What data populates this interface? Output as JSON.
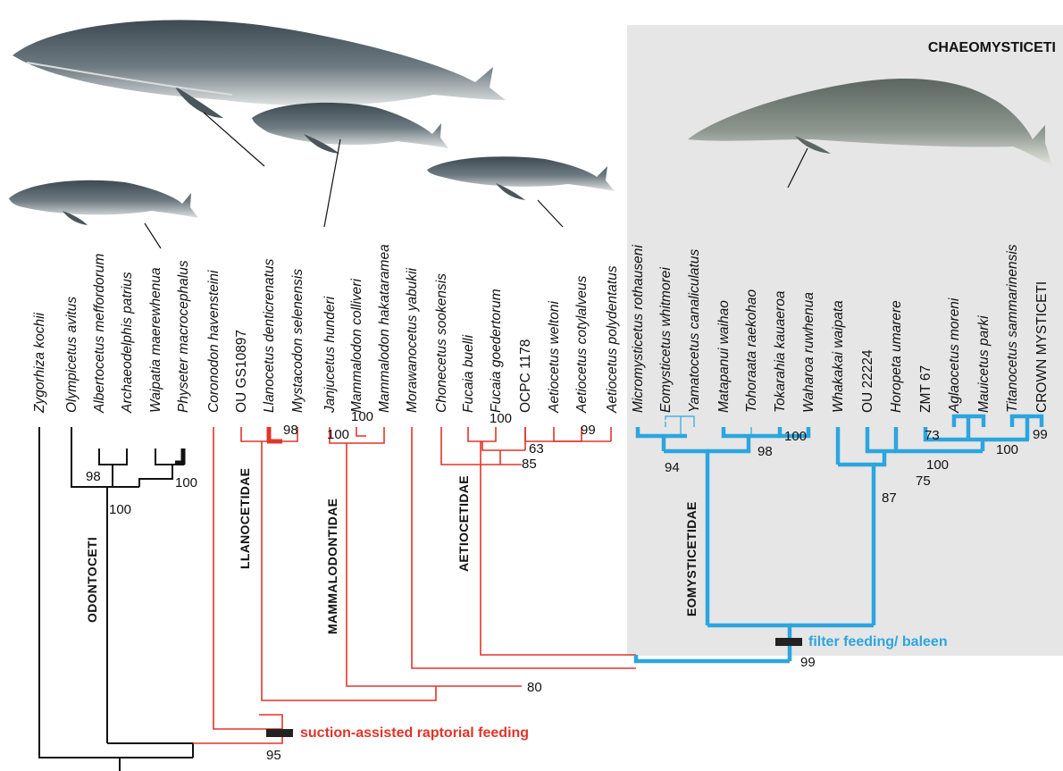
{
  "colors": {
    "odontoceti": "#111111",
    "stem_toothed": "#e0352b",
    "baleen": "#2ca5df",
    "chaeomysticeti_box": "#e6e6e6"
  },
  "box_title": "CHAEOMYSTICETI",
  "taxa": [
    {
      "label": "Zygorhiza kochii",
      "italic": true
    },
    {
      "label": "Olympicetus avitus",
      "italic": true
    },
    {
      "label": "Albertocetus meffordorum",
      "italic": true
    },
    {
      "label": "Archaeodelphis patrius",
      "italic": true
    },
    {
      "label": "Waipatia maerewhenua",
      "italic": true
    },
    {
      "label": "Physeter macrocephalus",
      "italic": true
    },
    {
      "label": "Coronodon havensteini",
      "italic": true
    },
    {
      "label": "OU GS10897",
      "italic": false
    },
    {
      "label": "Llanocetus denticrenatus",
      "italic": true
    },
    {
      "label": "Mystacodon selenensis",
      "italic": true
    },
    {
      "label": "Janjucetus hunderi",
      "italic": true
    },
    {
      "label": "Mammalodon colliveri",
      "italic": true
    },
    {
      "label": "Mammalodon hakataramea",
      "italic": true
    },
    {
      "label": "Morawanocetus yabukii",
      "italic": true
    },
    {
      "label": "Chonecetus sookensis",
      "italic": true
    },
    {
      "label": "Fucaia buelli",
      "italic": true
    },
    {
      "label": "Fucaia goedertorum",
      "italic": true
    },
    {
      "label": "OCPC 1178",
      "italic": false
    },
    {
      "label": "Aetiocetus weltoni",
      "italic": true
    },
    {
      "label": "Aetiocetus cotylalveus",
      "italic": true
    },
    {
      "label": "Aetiocetus polydentatus",
      "italic": true
    },
    {
      "label": "Micromysticetus rothauseni",
      "italic": true
    },
    {
      "label": "Eomysticetus whitmorei",
      "italic": true
    },
    {
      "label": "Yamatocetus canaliculatus",
      "italic": true
    },
    {
      "label": "Matapanui waihao",
      "italic": true
    },
    {
      "label": "Tohoraata raekohao",
      "italic": true
    },
    {
      "label": "Tokarahia kauaeroa",
      "italic": true
    },
    {
      "label": "Waharoa ruwhenua",
      "italic": true
    },
    {
      "label": "Whakakai waipata",
      "italic": true
    },
    {
      "label": "OU 22224",
      "italic": false
    },
    {
      "label": "Horopeta umarere",
      "italic": true
    },
    {
      "label": "ZMT 67",
      "italic": false
    },
    {
      "label": "Aglaocetus moreni",
      "italic": true
    },
    {
      "label": "Mauicetus parki",
      "italic": true
    },
    {
      "label": "Titanocetus sammarinensis",
      "italic": true
    },
    {
      "label": "CROWN MYSTICETI",
      "italic": false
    }
  ],
  "clades": {
    "odontoceti": "ODONTOCETI",
    "llanocetidae": "LLANOCETIDAE",
    "mammalodontidae": "MAMMALODONTIDAE",
    "aetiocetidae": "AETIOCETIDAE",
    "eomysticetidae": "EOMYSTICETIDAE"
  },
  "events": {
    "raptorial": "suction-assisted raptorial feeding",
    "filter": "filter feeding/ baleen"
  },
  "support": {
    "s98_archaeo": "98",
    "s100_waipatia": "100",
    "s100_odonto": "100",
    "s95_base": "95",
    "s98_llano": "98",
    "s100_mammalodon": "100",
    "s100_mammalodontidae": "100",
    "s80": "80",
    "s100_fucaia": "100",
    "s99_aetio": "99",
    "s63": "63",
    "s85": "85",
    "s99_filter": "99",
    "s94": "94",
    "s98_eomyst": "98",
    "s100_tokarahia": "100",
    "s73": "73",
    "s100_crown": "100",
    "s99_crown": "99",
    "s100_horopeta": "100",
    "s75": "75",
    "s87": "87"
  }
}
